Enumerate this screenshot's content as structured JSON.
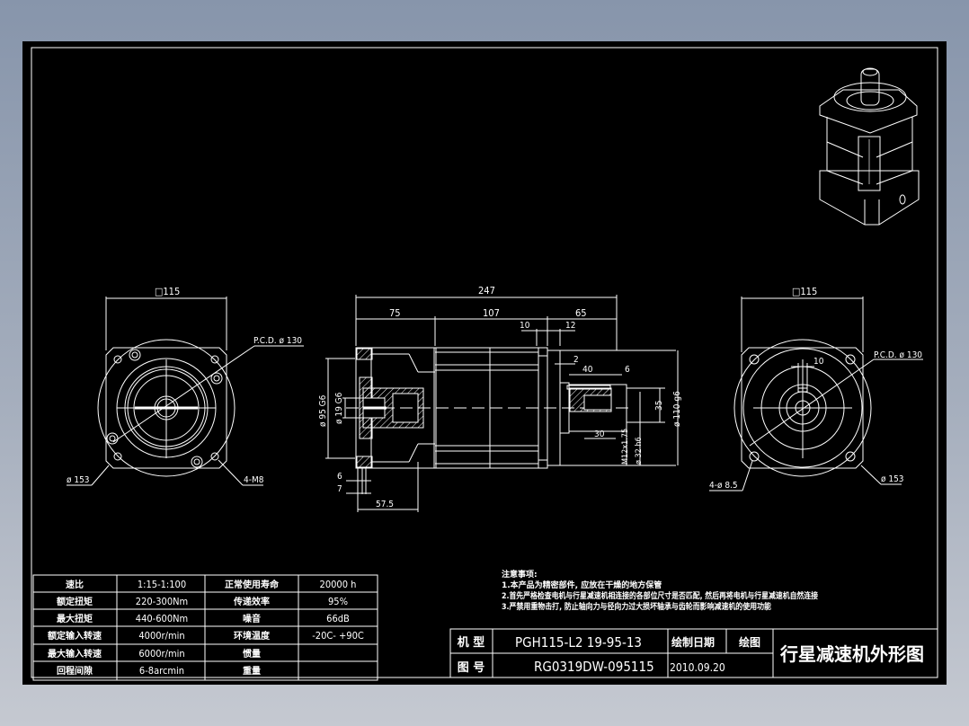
{
  "colors": {
    "background_top": "#8795ab",
    "background_bottom": "#c5c9d1",
    "sheet": "#000000",
    "lines": "#ffffff",
    "hatch_gray": "#aaaaaa"
  },
  "front_view": {
    "square_dim": "□115",
    "pcd": "P.C.D. ø 130",
    "outer_dia": "ø 153",
    "holes": "4-M8"
  },
  "side_view": {
    "overall_length": "247",
    "seg1": "75",
    "seg2": "107",
    "seg3": "65",
    "dim_10": "10",
    "dim_12": "12",
    "dim_2": "2",
    "key_len": "40",
    "dim_6_right": "6",
    "shaft_tap_len": "30",
    "flange_6": "6",
    "flange_7": "7",
    "dim_57_5": "57.5",
    "bore_95": "ø 95 G6",
    "bore_19": "ø 19 G6",
    "height_35": "35",
    "pilot_110": "ø 110 g6",
    "thread": "M12x1.75",
    "shaft_32": "ø 32 h6"
  },
  "rear_view": {
    "square_dim": "□115",
    "pcd": "P.C.D. ø 130",
    "key_width": "10",
    "outer_dia": "ø 153",
    "holes": "4-ø 8.5"
  },
  "spec_table": {
    "rows": [
      {
        "label1": "速比",
        "value1": "1:15-1:100",
        "label2": "正常使用寿命",
        "value2": "20000 h"
      },
      {
        "label1": "额定扭矩",
        "value1": "220-300Nm",
        "label2": "传递效率",
        "value2": "95%"
      },
      {
        "label1": "最大扭矩",
        "value1": "440-600Nm",
        "label2": "噪音",
        "value2": "66dB"
      },
      {
        "label1": "额定输入转速",
        "value1": "4000r/min",
        "label2": "环境温度",
        "value2": "-20C- +90C"
      },
      {
        "label1": "最大输入转速",
        "value1": "6000r/min",
        "label2": "惯量",
        "value2": ""
      },
      {
        "label1": "回程间隙",
        "value1": "6-8arcmin",
        "label2": "重量",
        "value2": ""
      }
    ]
  },
  "notes": {
    "title": "注意事项:",
    "items": [
      "1.本产品为精密部件, 应放在干燥的地方保管",
      "2.首先严格检查电机与行星减速机相连接的各部位尺寸是否匹配, 然后再将电机与行星减速机自然连接",
      "3.严禁用重物击打, 防止轴向力与径向力过大损坏轴承与齿轮而影响减速机的使用功能"
    ]
  },
  "title_block": {
    "model_label": "机 型",
    "model_value": "PGH115-L2 19-95-13",
    "date_label": "绘制日期",
    "drawer_label": "绘图",
    "drawing_no_label": "图 号",
    "drawing_no_value": "RG0319DW-095115",
    "date_value": "2010.09.20",
    "title": "行星减速机外形图"
  }
}
